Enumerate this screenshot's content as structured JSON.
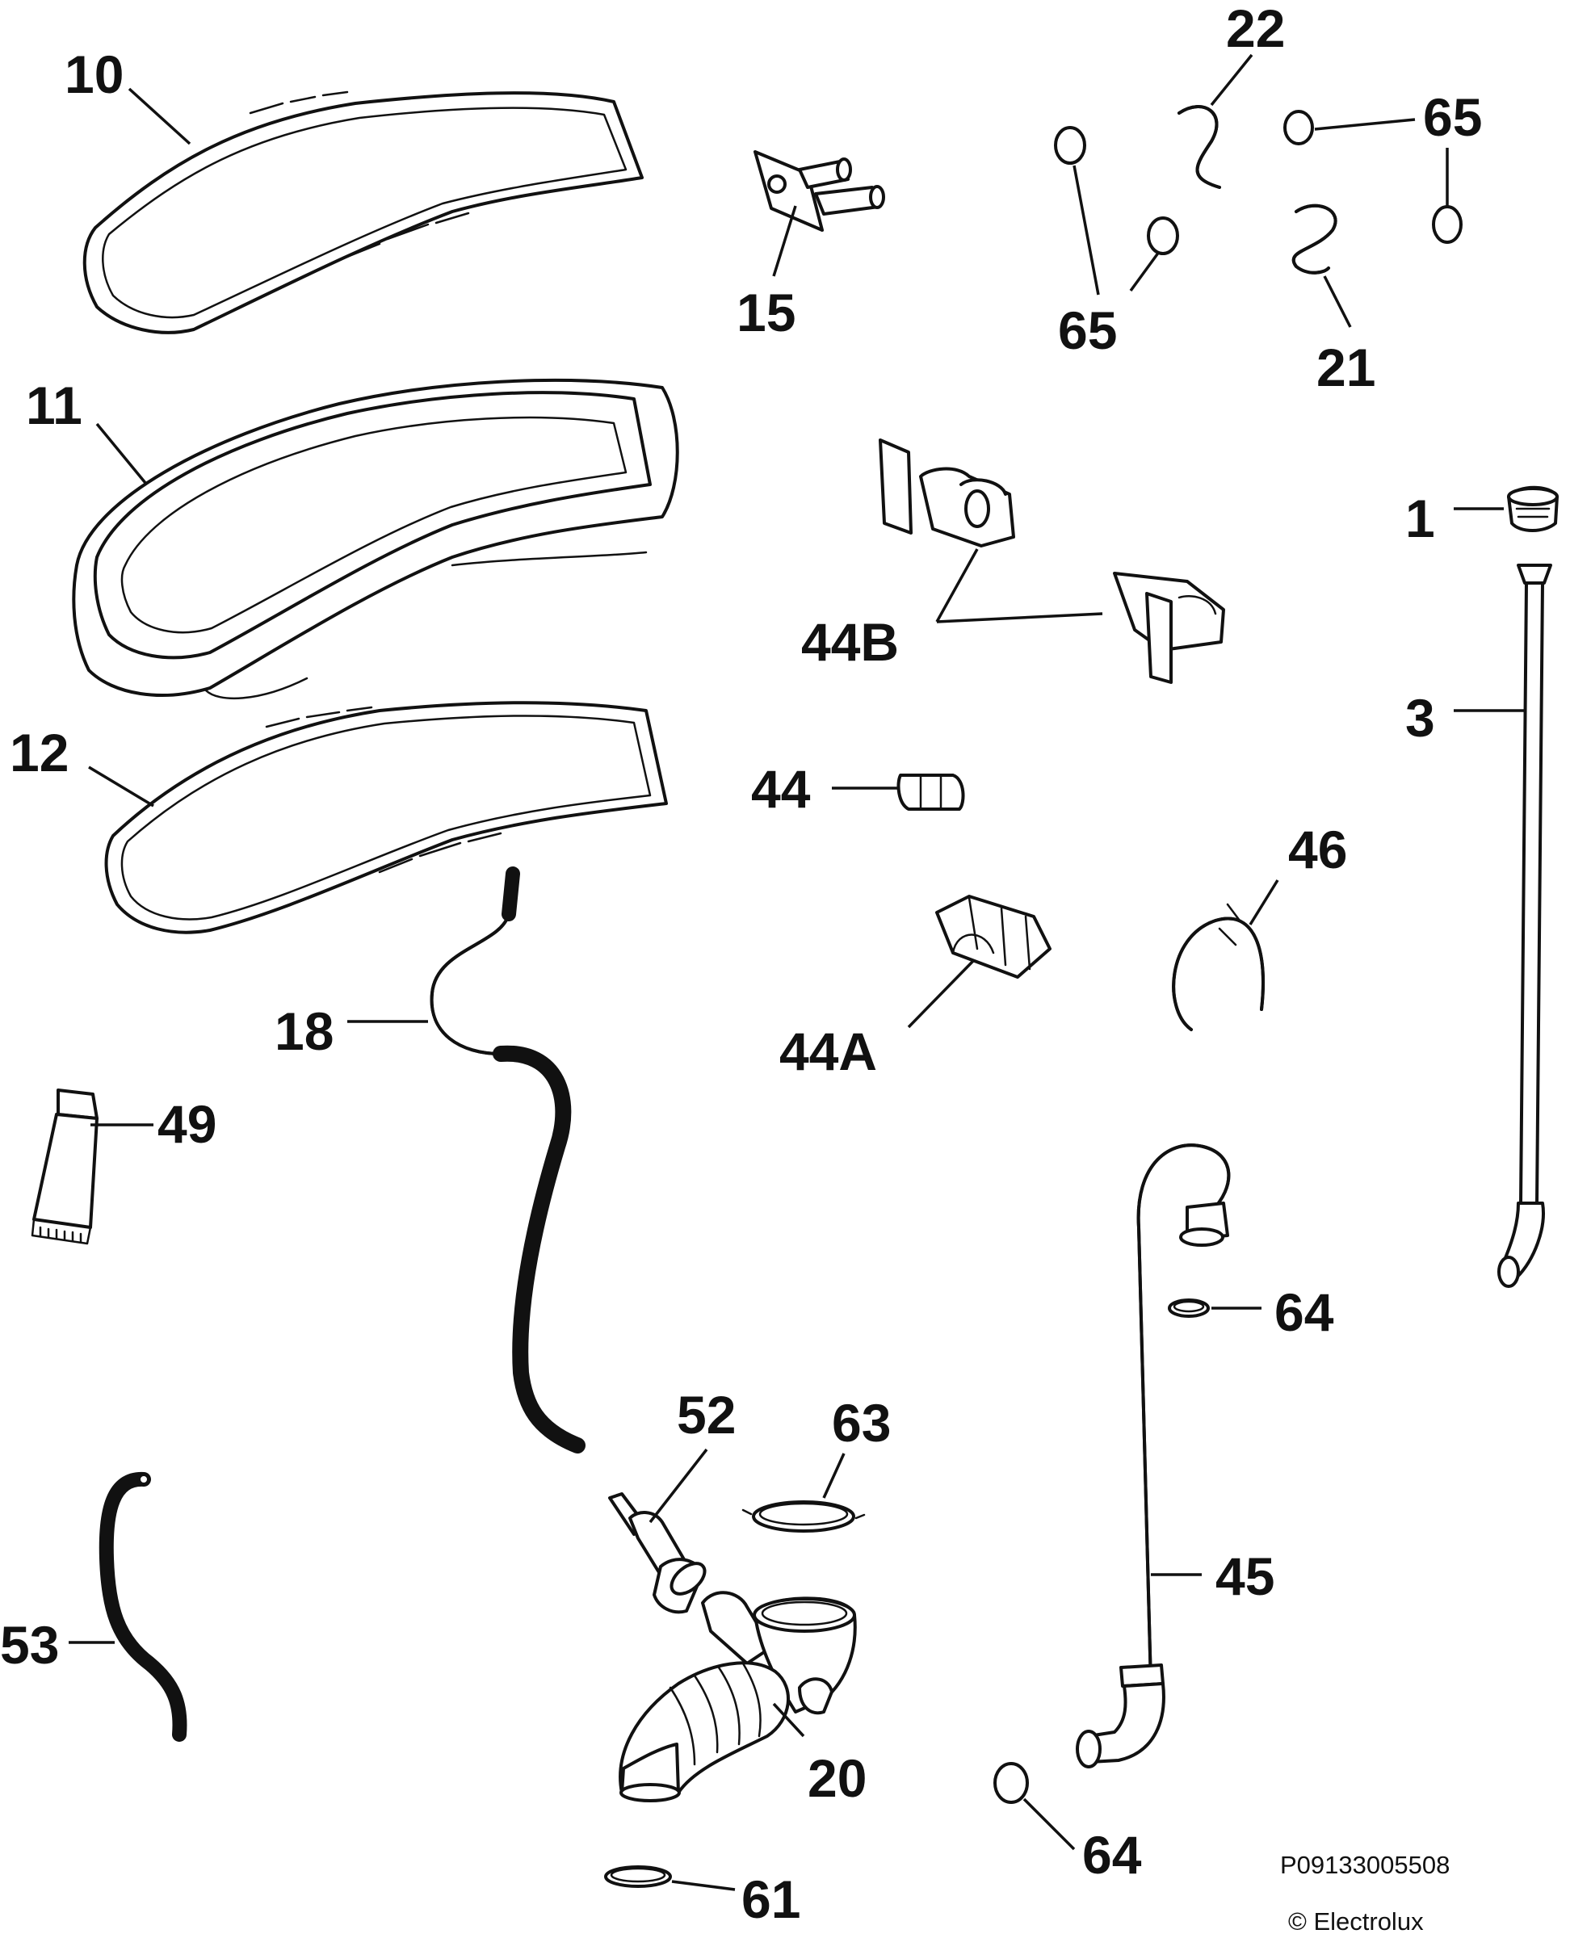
{
  "callouts": {
    "c1": "1",
    "c3": "3",
    "c10": "10",
    "c11": "11",
    "c12": "12",
    "c15": "15",
    "c18": "18",
    "c20": "20",
    "c21": "21",
    "c22": "22",
    "c44": "44",
    "c44a": "44A",
    "c44b": "44B",
    "c45": "45",
    "c46": "46",
    "c49": "49",
    "c52": "52",
    "c53": "53",
    "c61": "61",
    "c63": "63",
    "c64a": "64",
    "c64b": "64",
    "c65a": "65",
    "c65b": "65"
  },
  "footer": {
    "code": "P09133005508",
    "copyright": "© Electrolux"
  },
  "colors": {
    "ink": "#111111",
    "paper": "#ffffff"
  }
}
